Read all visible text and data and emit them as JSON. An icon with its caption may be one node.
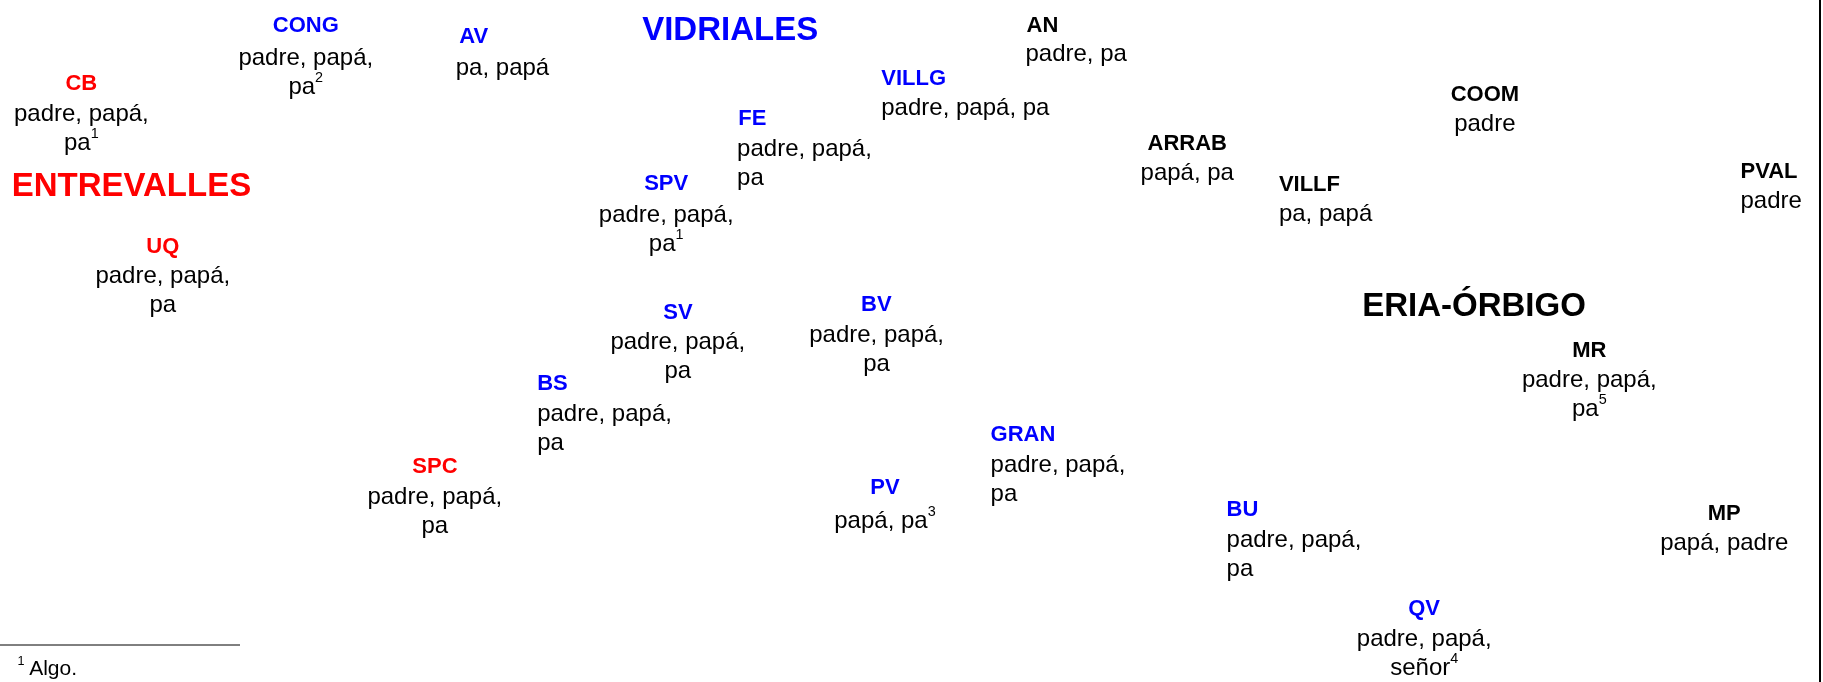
{
  "diagram": {
    "labels": [
      "CB",
      "padre, papá, pa$^{1}$",
      "CONG",
      "padre, papá, pa$^{2}$",
      "AV",
      "pa, papá",
      "VIDRIALES",
      "AN",
      "padre, pa",
      "VILLG",
      "padre, papá, pa",
      "FE",
      "padre, papá, pa",
      "COOM",
      "padre",
      "ARRAB",
      "papá, pa",
      "ENTREVALLES",
      "SPV",
      "padre, papá, pa$^{1}$",
      "VILLF",
      "pa, papá",
      "PVAL",
      "padre",
      "UQ",
      "padre, papá, pa",
      "ERIA-ÓRBIGO",
      "SV",
      "padre, papá, pa",
      "BV",
      "padre, papá, pa",
      "MR",
      "padre, papá, pa$^{5}$",
      "BS",
      "padre, papá, pa",
      "GRAN",
      "padre, papá, pa",
      "SPC",
      "padre, papá, pa",
      "PV",
      "papá, pa$^{3}$",
      "BU",
      "padre, papá, pa",
      "MP",
      "papá, padre",
      "QV",
      "padre, papá, señor$^{4}$",
      "$^{1}$ Algo."
    ]
  }
}
